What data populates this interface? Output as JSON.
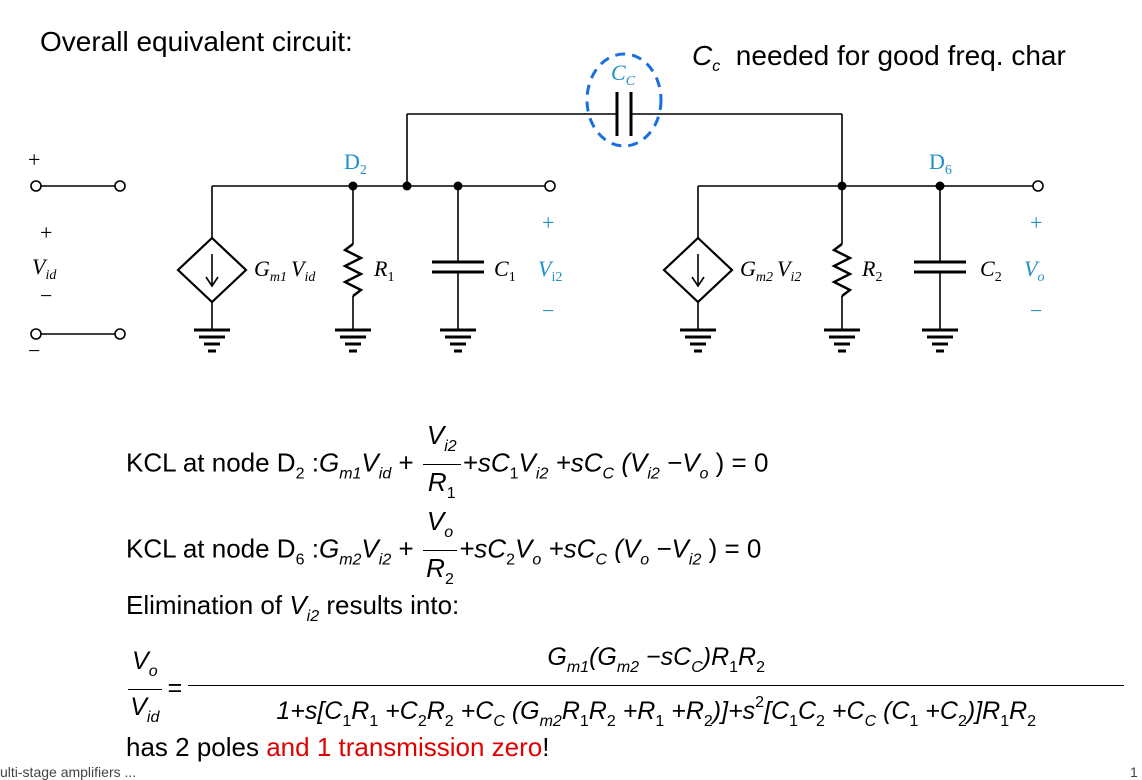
{
  "heading": "Overall equivalent circuit:",
  "cc_note": {
    "symbol": "C",
    "subscript": "c",
    "text": "needed for good freq. char"
  },
  "circuit": {
    "cap_cc_label": "C",
    "cap_cc_sub": "C",
    "node_d2": "D",
    "node_d2_sub": "2",
    "node_d6": "D",
    "node_d6_sub": "6",
    "plus": "+",
    "minus": "−",
    "vid": "V",
    "vid_sub": "id",
    "vi2": "V",
    "vi2_sub": "i2",
    "vo": "V",
    "vo_sub": "o",
    "gm1_label": "G",
    "gm1_sub": "m1",
    "gm1_v": "V",
    "gm1_v_sub": "id",
    "gm2_label": "G",
    "gm2_sub": "m2",
    "gm2_v": "V",
    "gm2_v_sub": "i2",
    "r1": "R",
    "r1_sub": "1",
    "c1": "C",
    "c1_sub": "1",
    "r2": "R",
    "r2_sub": "2",
    "c2": "C",
    "c2_sub": "2",
    "colors": {
      "wire": "#000000",
      "label": "#1e90c8",
      "dashed_circle": "#1a6fe0"
    }
  },
  "kcl1": {
    "prefix": "KCL at node D",
    "node_sub": "2",
    "colon": " :",
    "eq_before": "G",
    "eq_before_sub": "m1",
    "eq_before_v": "V",
    "eq_before_v_sub": "id",
    "plus": " +",
    "num": "V",
    "num_sub": "i2",
    "den": "R",
    "den_sub": "1",
    "rest": "+sC",
    "rest_sub1": "1",
    "rest_v": "V",
    "rest_v_sub": "i2",
    "rest2": " +sC",
    "rest2_sub": "C",
    "rest3": " (V",
    "rest3_sub": "i2",
    "rest4": " −V",
    "rest4_sub": "o",
    "tail": " ) = 0"
  },
  "kcl2": {
    "prefix": "KCL at node D",
    "node_sub": "6",
    "colon": " :",
    "eq_before": "G",
    "eq_before_sub": "m2",
    "eq_before_v": "V",
    "eq_before_v_sub": "i2",
    "plus": " +",
    "num": "V",
    "num_sub": "o",
    "den": "R",
    "den_sub": "2",
    "rest": "+sC",
    "rest_sub1": "2",
    "rest_v": "V",
    "rest_v_sub": "o",
    "rest2": " +sC",
    "rest2_sub": "C",
    "rest3": " (V",
    "rest3_sub": "o",
    "rest4": " −V",
    "rest4_sub": "i2",
    "tail": " ) = 0"
  },
  "elimination": {
    "text": "Elimination of ",
    "v": "V",
    "v_sub": "i2",
    "tail": " results into:"
  },
  "tf": {
    "lhs_num": "V",
    "lhs_num_sub": "o",
    "lhs_den": "V",
    "lhs_den_sub": "id",
    "eq": "=",
    "num_a": "G",
    "num_a_sub": "m1",
    "num_b": "(G",
    "num_b_sub": "m2",
    "num_c": " −sC",
    "num_c_sub": "C",
    "num_d": ")R",
    "num_d_sub": "1",
    "num_e": "R",
    "num_e_sub": "2",
    "den_a": "1+s[C",
    "den_a_sub": "1",
    "den_b": "R",
    "den_b_sub": "1",
    "den_c": " +C",
    "den_c_sub": "2",
    "den_d": "R",
    "den_d_sub": "2",
    "den_e": " +C",
    "den_e_sub": "C",
    "den_f": " (G",
    "den_f_sub": "m2",
    "den_g": "R",
    "den_g_sub": "1",
    "den_h": "R",
    "den_h_sub": "2",
    "den_i": " +R",
    "den_i_sub": "1",
    "den_j": " +R",
    "den_j_sub": "2",
    "den_k": ")]+s",
    "den_k_sup": "2",
    "den_l": "[C",
    "den_l_sub": "1",
    "den_m": "C",
    "den_m_sub": "2",
    "den_n": " +C",
    "den_n_sub": "C",
    "den_o": " (C",
    "den_o_sub": "1",
    "den_p": " +C",
    "den_p_sub": "2",
    "den_q": ")]R",
    "den_q_sub": "1",
    "den_r": "R",
    "den_r_sub": "2"
  },
  "conclusion": {
    "black": "has 2 poles ",
    "red": "and 1 transmission zero",
    "end": "!"
  },
  "footer_cut": "ulti-stage amplifiers ... ",
  "footer_right": "1"
}
